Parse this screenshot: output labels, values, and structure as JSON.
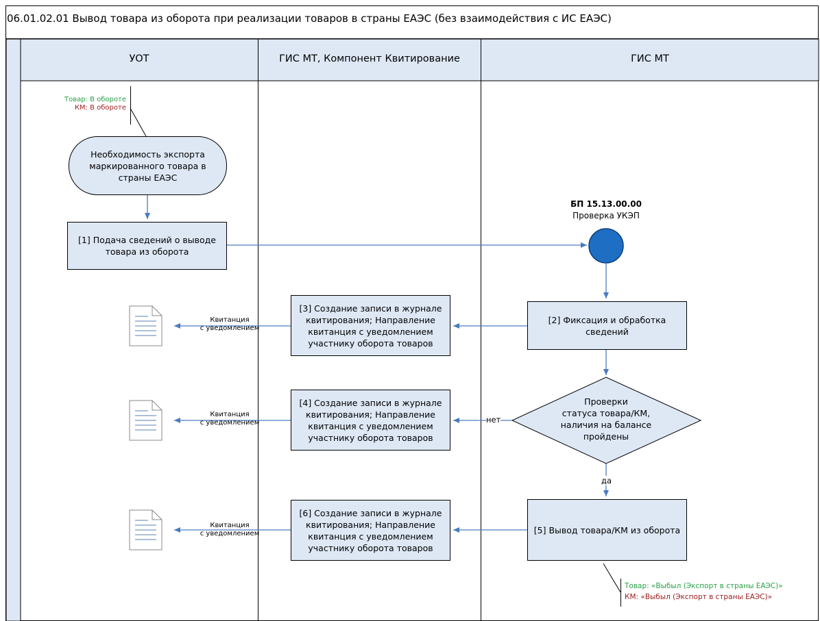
{
  "diagram": {
    "title": "06.01.02.01 Вывод товара из оборота при реализации товаров в страны ЕАЭС (без взаимодействия с ИС ЕАЭС)",
    "lanes": [
      "УОТ",
      "ГИС МТ, Компонент Квитирование",
      "ГИС МТ"
    ],
    "status_start": {
      "goods": "Товар: В обороте",
      "km": "КМ: В обороте"
    },
    "start_event": [
      "Необходимость экспорта",
      "маркированного товара в",
      "страны ЕАЭС"
    ],
    "step1": [
      "[1] Подача сведений о выводе",
      "товара из оборота"
    ],
    "subprocess": {
      "code": "БП 15.13.00.00",
      "name": "Проверка УКЭП"
    },
    "step2": [
      "[2] Фиксация и обработка",
      "сведений"
    ],
    "step3": [
      "[3] Создание записи в журнале",
      "квитирования; Направление",
      "квитанция с уведомлением",
      "участнику оборота товаров"
    ],
    "step4": [
      "[4] Создание записи в журнале",
      "квитирования; Направление",
      "квитанция с уведомлением",
      "участнику оборота товаров"
    ],
    "step6": [
      "[6] Создание записи в журнале",
      "квитирования; Направление",
      "квитанция с уведомлением",
      "участнику оборота товаров"
    ],
    "decision": [
      "Проверки",
      "статуса товара/КМ,",
      "наличия на балансе",
      "пройдены"
    ],
    "branch_no": "нет",
    "branch_yes": "да",
    "step5": "[5] Вывод товара/КМ из оборота",
    "receipt_label": [
      "Квитанция",
      "с уведомлением"
    ],
    "status_end": {
      "goods": "Товар: «Выбыл (Экспорт в страны ЕАЭС)»",
      "km": "КМ: «Выбыл (Экспорт в страны ЕАЭС)»"
    },
    "colors": {
      "box_fill": "#dee8f5",
      "circle_fill": "#1e6fc4",
      "arrow": "#4a7bc0",
      "green": "#2aa048",
      "red": "#9a1c1c"
    }
  }
}
